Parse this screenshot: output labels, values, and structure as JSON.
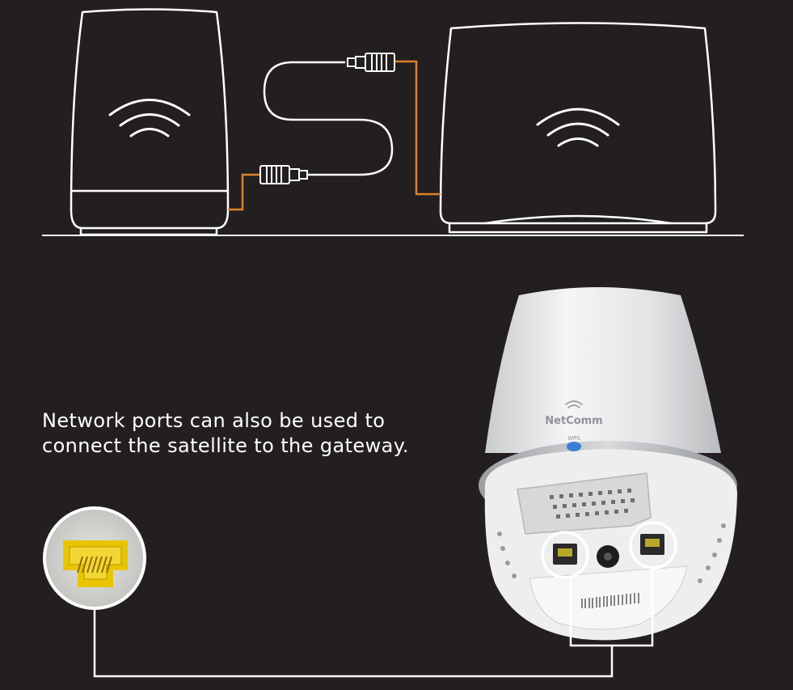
{
  "caption": {
    "line1": "Network ports can also be used to",
    "line2": "connect the satellite to the gateway."
  },
  "device": {
    "brand": "NetComm",
    "wps_label": "WPS"
  },
  "colors": {
    "background": "#231f20",
    "outline": "#ffffff",
    "cable_accent": "#d9822b",
    "port_yellow": "#e8c500",
    "wps_button": "#3a7fd5"
  },
  "icons": [
    "wifi-icon",
    "ethernet-plug-icon",
    "ethernet-port-icon"
  ]
}
